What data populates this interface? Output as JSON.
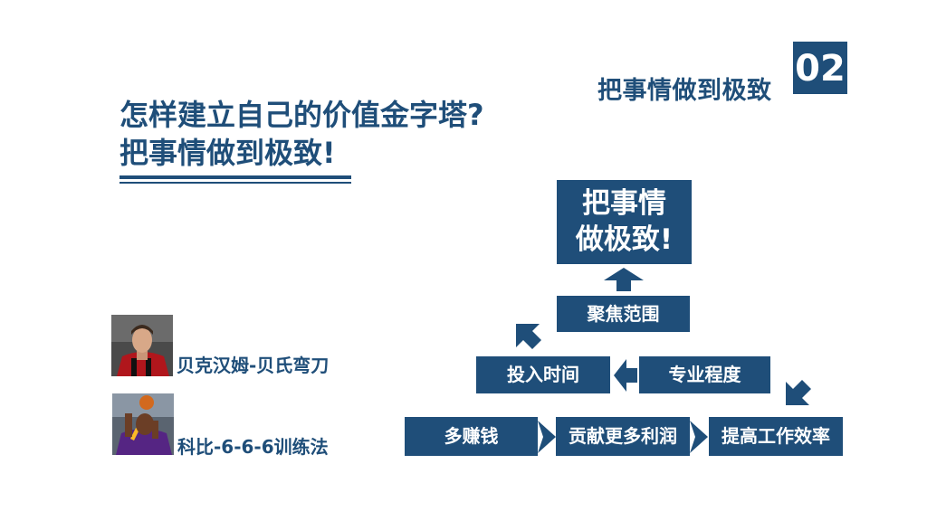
{
  "header": {
    "title": "把事情做到极致",
    "number": "02"
  },
  "main": {
    "title_line1": "怎样建立自己的价值金字塔?",
    "title_line2": "把事情做到极致!"
  },
  "people": [
    {
      "name": "贝克汉姆-贝氏弯刀"
    },
    {
      "name": "科比-6-6-6训练法"
    }
  ],
  "flow": {
    "goal_line1": "把事情",
    "goal_line2": "做极致!",
    "focus": "聚焦范围",
    "time": "投入时间",
    "professional": "专业程度",
    "money": "多赚钱",
    "profit": "贡献更多利润",
    "efficiency": "提高工作效率"
  },
  "colors": {
    "navy": "#1f4e79",
    "background": "#ffffff"
  }
}
